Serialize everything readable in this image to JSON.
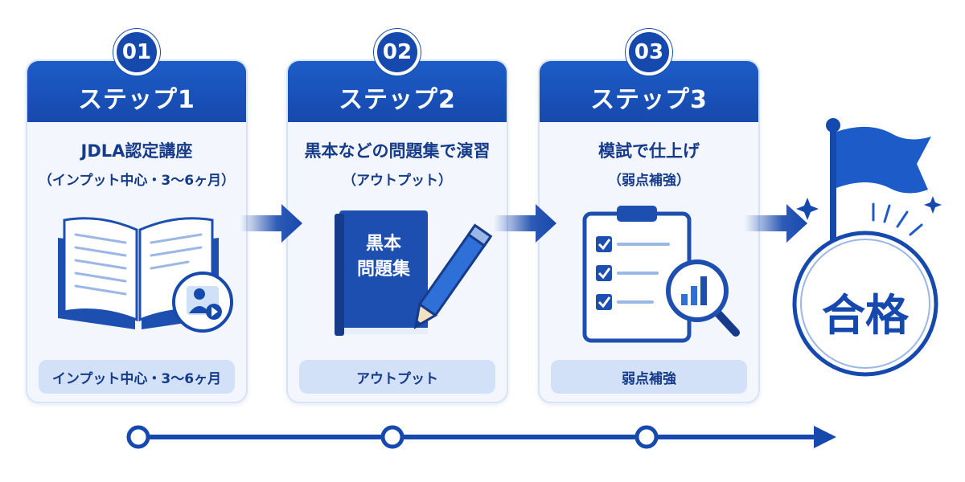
{
  "steps": [
    {
      "number": "01",
      "header": "ステップ1",
      "title": "JDLA認定講座",
      "subtitle": "（インプット中心・3〜6ヶ月）",
      "pill": "インプット中心・3〜6ヶ月",
      "icon": "open-book-video-icon"
    },
    {
      "number": "02",
      "header": "ステップ2",
      "title": "黒本などの問題集で演習",
      "subtitle": "（アウトプット）",
      "pill": "アウトプット",
      "icon": "workbook-pencil-icon",
      "book_label_line1": "黒本",
      "book_label_line2": "問題集"
    },
    {
      "number": "03",
      "header": "ステップ3",
      "title": "模試で仕上げ",
      "subtitle": "（弱点補強）",
      "pill": "弱点補強",
      "icon": "checklist-magnifier-icon"
    }
  ],
  "goal": {
    "label": "合格",
    "icon": "flag-icon"
  },
  "colors": {
    "primary": "#1649ad",
    "light": "#d2e1f7",
    "card_bg": "#f3f7fd"
  }
}
